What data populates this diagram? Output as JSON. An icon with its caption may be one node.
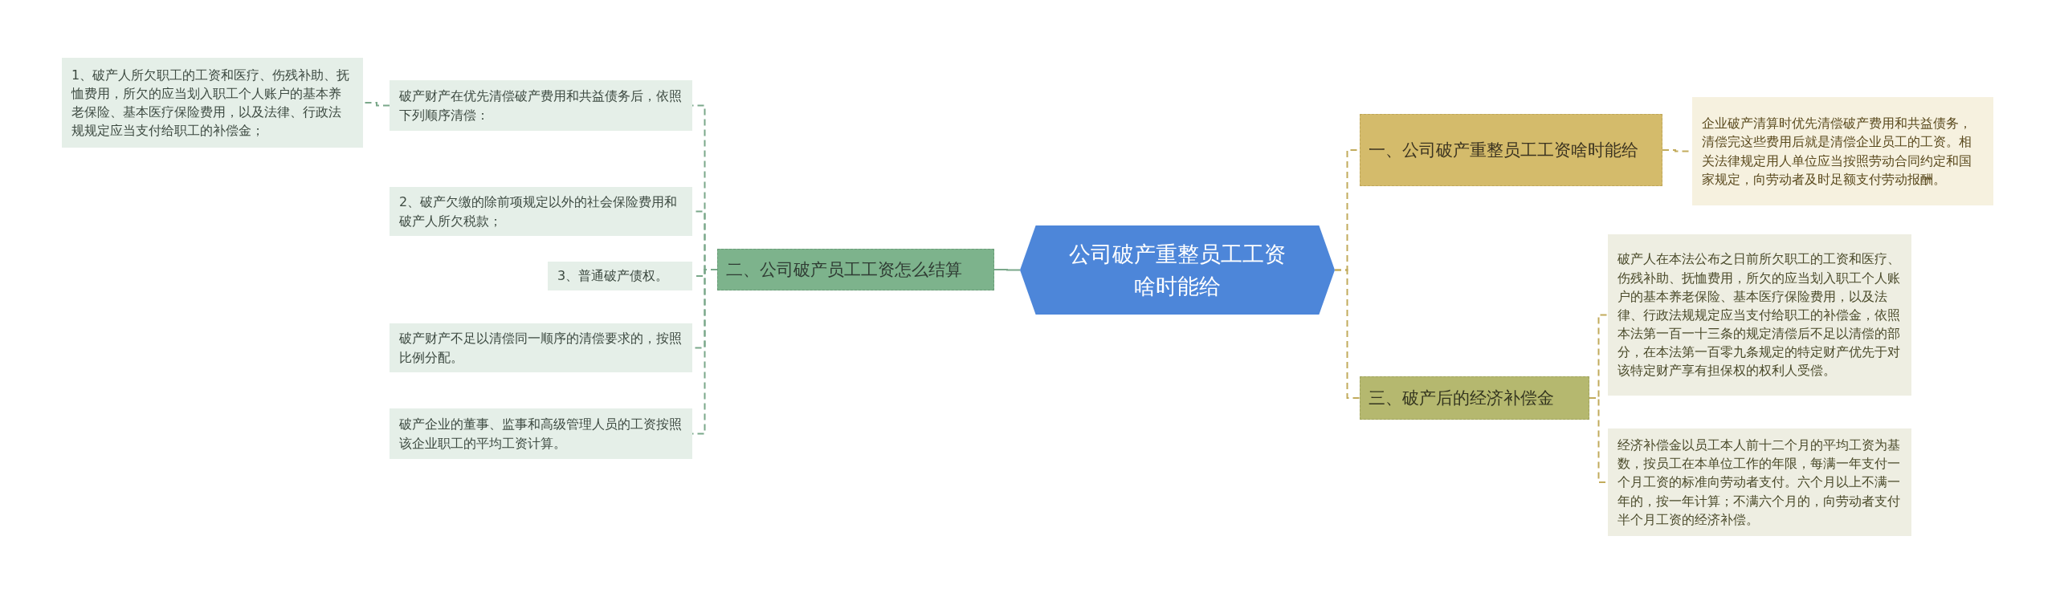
{
  "diagram": {
    "nodes": [
      {
        "text": [
          "公司破产重整员工工资啥时能给"
        ]
      },
      {
        "text": [
          "二、公司破产员工工资怎么结算"
        ]
      },
      {
        "text": [
          "破产财产在优先清偿破产费用和共益债务后，依照下列顺序清偿："
        ]
      },
      {
        "text": [
          "1、破产人所欠职工的工资和医疗、伤残补助、抚恤费用，所欠的应当划入职工个人账户的基本养老保险、基本医疗保险费用，以及法律、行政法规规定应当支付给职工的补偿金；"
        ]
      },
      {
        "text": [
          "2、破产欠缴的除前项规定以外的社会保险费用和破产人所欠税款；"
        ]
      },
      {
        "text": [
          "3、普通破产债权。"
        ]
      },
      {
        "text": [
          "破产财产不足以清偿同一顺序的清偿要求的，按照比例分配。"
        ]
      },
      {
        "text": [
          "破产企业的董事、监事和高级管理人员的工资按照该企业职工的平均工资计算。"
        ]
      },
      {
        "text": [
          "一、公司破产重整员工工资啥时能给"
        ]
      },
      {
        "text": [
          "企业破产清算时优先清偿破产费用和共益债务，清偿完这些费用后就是清偿企业员工的工资。相关法律规定用人单位应当按照劳动合同约定和国家规定，向劳动者及时足额支付劳动报酬。"
        ]
      },
      {
        "text": [
          "三、破产后的经济补偿金"
        ]
      },
      {
        "text": [
          "破产人在本法公布之日前所欠职工的工资和医疗、伤残补助、抚恤费用，所欠的应当划入职工个人账户的基本养老保险、基本医疗保险费用，以及法律、行政法规规定应当支付给职工的补偿金，依照本法第一百一十三条的规定清偿后不足以清偿的部分，在本法第一百零九条规定的特定财产优先于对该特定财产享有担保权的权利人受偿。"
        ]
      },
      {
        "text": [
          "经济补偿金以员工本人前十二个月的平均工资为基数，按员工在本单位工作的年限，每满一年支付一个月工资的标准向劳动者支付。六个月以上不满一年的，按一年计算；不满六个月的，向劳动者支付半个月工资的经济补偿。"
        ]
      }
    ],
    "edges": [
      {
        "from": 0,
        "to": 1,
        "arrow": "none"
      },
      {
        "from": 1,
        "to": 2,
        "arrow": "none",
        "style": "dashed"
      },
      {
        "from": 2,
        "to": 3,
        "arrow": "none",
        "style": "dashed"
      },
      {
        "from": 1,
        "to": 4,
        "arrow": "none",
        "style": "dashed"
      },
      {
        "from": 1,
        "to": 5,
        "arrow": "none",
        "style": "dashed"
      },
      {
        "from": 1,
        "to": 6,
        "arrow": "none",
        "style": "dashed"
      },
      {
        "from": 1,
        "to": 7,
        "arrow": "none",
        "style": "dashed"
      },
      {
        "from": 0,
        "to": 8,
        "arrow": "none",
        "style": "dashed",
        "color": "#c2ab5c"
      },
      {
        "from": 8,
        "to": 9,
        "arrow": "none",
        "style": "dashed",
        "color": "#c2ab5c"
      },
      {
        "from": 0,
        "to": 10,
        "arrow": "none",
        "style": "dashed",
        "color": "#c2ab5c"
      },
      {
        "from": 10,
        "to": 11,
        "arrow": "none",
        "style": "dashed",
        "color": "#c2ab5c"
      },
      {
        "from": 10,
        "to": 12,
        "arrow": "none",
        "style": "dashed",
        "color": "#c2ab5c"
      }
    ]
  }
}
